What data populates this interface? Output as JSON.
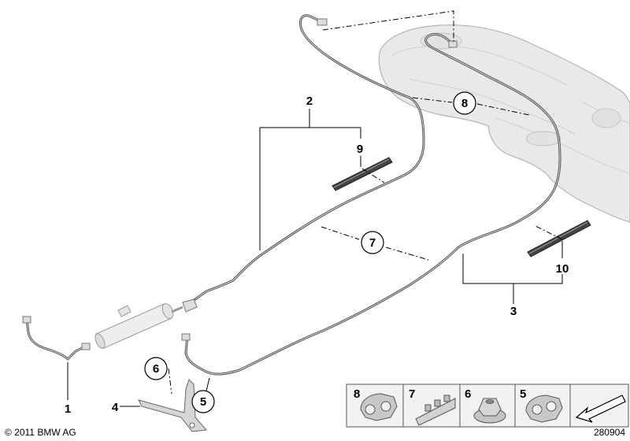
{
  "callouts": {
    "c1": "1",
    "c2": "2",
    "c3": "3",
    "c4": "4",
    "c5": "5",
    "c6": "6",
    "c7": "7",
    "c8": "8",
    "c9": "9",
    "c10": "10"
  },
  "legend": {
    "cells": [
      {
        "label": "8",
        "icon": "clip-holder-icon"
      },
      {
        "label": "7",
        "icon": "pipe-clip-icon"
      },
      {
        "label": "6",
        "icon": "hex-nut-icon"
      },
      {
        "label": "5",
        "icon": "clip-holder-icon"
      }
    ],
    "arrow_icon": "direction-arrow-icon"
  },
  "footer": {
    "copyright": "© 2011 BMW AG",
    "diagram_number": "280904"
  },
  "colors": {
    "line": "#000000",
    "pipe": "#555555",
    "tank_fill": "#e9e9e9",
    "tank_stroke": "#b5b5b5",
    "legend_bg": "#f2f2f2"
  }
}
